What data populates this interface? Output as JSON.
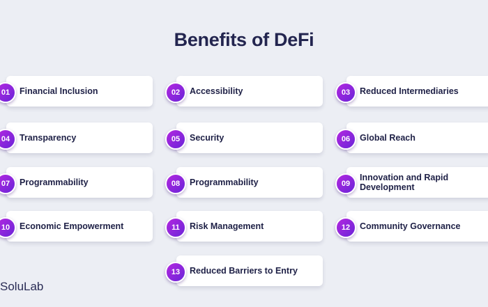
{
  "title": "Benefits of DeFi",
  "benefits": [
    {
      "num": "01",
      "label": "Financial Inclusion"
    },
    {
      "num": "02",
      "label": "Accessibility"
    },
    {
      "num": "03",
      "label": "Reduced Intermediaries"
    },
    {
      "num": "04",
      "label": "Transparency"
    },
    {
      "num": "05",
      "label": "Security"
    },
    {
      "num": "06",
      "label": "Global Reach"
    },
    {
      "num": "07",
      "label": "Programmability"
    },
    {
      "num": "08",
      "label": "Programmability"
    },
    {
      "num": "09",
      "label": "Innovation and Rapid Development"
    },
    {
      "num": "10",
      "label": "Economic Empowerment"
    },
    {
      "num": "11",
      "label": "Risk Management"
    },
    {
      "num": "12",
      "label": "Community Governance"
    },
    {
      "num": "13",
      "label": "Reduced Barriers to Entry"
    }
  ],
  "logo": "SoluLab",
  "colors": {
    "accent_start": "#b328e0",
    "accent_end": "#6a24d8",
    "title": "#23254f",
    "background": "#eceef4"
  }
}
